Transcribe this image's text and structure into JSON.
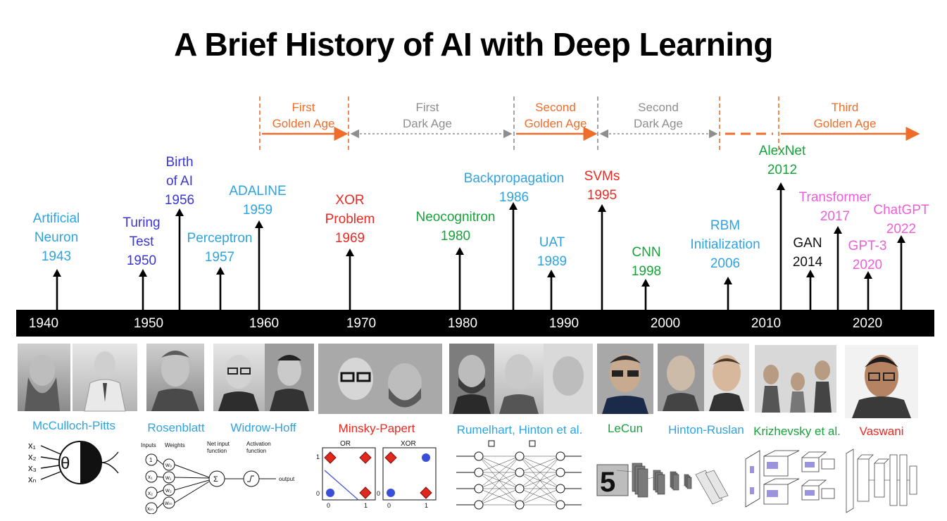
{
  "title": "A Brief History of AI with Deep  Learning",
  "eras": [
    {
      "line1": "First",
      "line2": "Golden Age",
      "kind": "golden"
    },
    {
      "line1": "First",
      "line2": "Dark Age",
      "kind": "dark"
    },
    {
      "line1": "Second",
      "line2": "Golden Age",
      "kind": "golden"
    },
    {
      "line1": "Second",
      "line2": "Dark Age",
      "kind": "dark"
    },
    {
      "line1": "Third",
      "line2": "Golden Age",
      "kind": "golden"
    }
  ],
  "events": [
    {
      "l1": "Artificial",
      "l2": "Neuron",
      "l3": "1943",
      "color": "#2fa3e0"
    },
    {
      "l1": "Turing",
      "l2": "Test",
      "l3": "1950",
      "color": "#3a36d6"
    },
    {
      "l1": "Birth",
      "l2": "of AI",
      "l3": "1956",
      "color": "#3a36d6"
    },
    {
      "l1": "Perceptron",
      "l2": "1957",
      "color": "#2fa3e0"
    },
    {
      "l1": "ADALINE",
      "l2": "1959",
      "color": "#2fa3e0"
    },
    {
      "l1": "XOR",
      "l2": "Problem",
      "l3": "1969",
      "color": "#ea2a22"
    },
    {
      "l1": "Neocognitron",
      "l2": "1980",
      "color": "#17a33a"
    },
    {
      "l1": "Backpropagation",
      "l2": "1986",
      "color": "#2fa3e0"
    },
    {
      "l1": "UAT",
      "l2": "1989",
      "color": "#2fa3e0"
    },
    {
      "l1": "SVMs",
      "l2": "1995",
      "color": "#ea2a22"
    },
    {
      "l1": "CNN",
      "l2": "1998",
      "color": "#17a33a"
    },
    {
      "l1": "RBM",
      "l2": "Initialization",
      "l3": "2006",
      "color": "#2fa3e0"
    },
    {
      "l1": "AlexNet",
      "l2": "2012",
      "color": "#17a33a"
    },
    {
      "l1": "GAN",
      "l2": "2014",
      "color": "#111111"
    },
    {
      "l1": "Transformer",
      "l2": "2017",
      "color": "#ec5fd9"
    },
    {
      "l1": "GPT-3",
      "l2": "2020",
      "color": "#ec5fd9"
    },
    {
      "l1": "ChatGPT",
      "l2": "2022",
      "color": "#ec5fd9"
    }
  ],
  "years": [
    "1940",
    "1950",
    "1960",
    "1970",
    "1980",
    "1990",
    "2000",
    "2010",
    "2020"
  ],
  "people": [
    {
      "name": "McCulloch-Pitts",
      "color": "#2fa3e0"
    },
    {
      "name": "Rosenblatt",
      "color": "#2fa3e0"
    },
    {
      "name": "Widrow-Hoff",
      "color": "#2fa3e0"
    },
    {
      "name": "Minsky-Papert",
      "color": "#ea2a22"
    },
    {
      "name": "Rumelhart, Hinton et al.",
      "color": "#2fa3e0"
    },
    {
      "name": "LeCun",
      "color": "#17a33a"
    },
    {
      "name": "Hinton-Ruslan",
      "color": "#2fa3e0"
    },
    {
      "name": "Krizhevsky et al.",
      "color": "#17a33a"
    },
    {
      "name": "Vaswani",
      "color": "#ea2a22"
    }
  ],
  "figures": {
    "mcp": {
      "inputs": [
        "x₁",
        "x₂",
        "x₃",
        "xₙ"
      ],
      "theta": "θ"
    },
    "perceptron": {
      "h_inputs": "Inputs",
      "h_weights": "Weights",
      "h_net": "Net input",
      "h_net2": "function",
      "h_act": "Activation",
      "h_act2": "function",
      "one": "1",
      "x1": "x₁",
      "x2": "x₂",
      "xm": "xₘ",
      "w0": "w₀",
      "w1": "w₁",
      "w2": "w₂",
      "wm": "wₘ",
      "sum": "Σ",
      "output": "output"
    },
    "orxor": {
      "or": "OR",
      "xor": "XOR",
      "one": "1",
      "zero": "0"
    },
    "lecun": {
      "digit": "5"
    }
  },
  "colors": {
    "golden": "#ef6d2a",
    "dark": "#8e8e8e",
    "timeline": "#000000"
  }
}
